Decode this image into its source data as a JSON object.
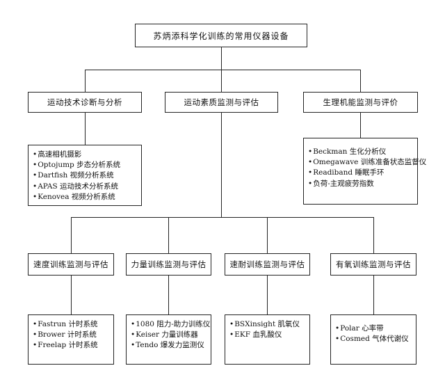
{
  "root": {
    "title": "苏炳添科学化训练的常用仪器设备"
  },
  "categories": [
    {
      "label": "运动技术诊断与分析",
      "items": [
        "高速相机摄影",
        "Optojump 步态分析系统",
        "Dartfish 视频分析系统",
        "APAS 运动技术分析系统",
        "Kenovea 视频分析系统"
      ]
    },
    {
      "label": "运动素质监测与评估"
    },
    {
      "label": "生理机能监测与评价",
      "items": [
        "Beckman 生化分析仪",
        "Omegawave 训练准备状态监督仪",
        "Readiband 睡眠手环",
        "负荷-主观疲劳指数"
      ]
    }
  ],
  "subcategories": [
    {
      "label": "速度训练监测与评估",
      "items": [
        "Fastrun 计时系统",
        "Brower 计时系统",
        "Freelap 计时系统"
      ]
    },
    {
      "label": "力量训练监测与评估",
      "items": [
        "1080 阻力-助力训练仪",
        "Keiser 力量训练器",
        "Tendo 爆发力监测仪"
      ]
    },
    {
      "label": "速耐训练监测与评估",
      "items": [
        "BSXinsight 肌氧仪",
        "EKF 血乳酸仪"
      ]
    },
    {
      "label": "有氧训练监测与评估",
      "items": [
        "Polar 心率带",
        "Cosmed 气体代谢仪"
      ]
    }
  ]
}
